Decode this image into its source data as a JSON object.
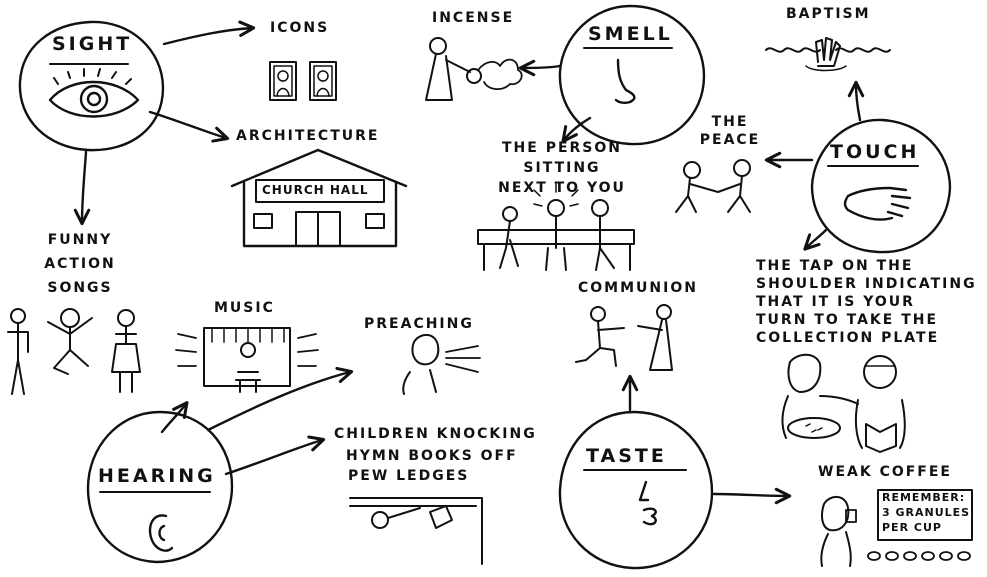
{
  "hubs": {
    "sight": "SIGHT",
    "smell": "SMELL",
    "touch": "TOUCH",
    "hearing": "HEARING",
    "taste": "TASTE"
  },
  "items": {
    "icons": "ICONS",
    "architecture": "ARCHITECTURE",
    "church_sign": "CHURCH HALL",
    "funny_action_songs": [
      "FUNNY",
      "ACTION",
      "SONGS"
    ],
    "incense": "INCENSE",
    "person_next_to_you": [
      "THE PERSON",
      "SITTING",
      "NEXT TO YOU"
    ],
    "baptism": "BAPTISM",
    "the_peace": [
      "THE",
      "PEACE"
    ],
    "tap_on_shoulder": [
      "THE TAP ON THE",
      "SHOULDER INDICATING",
      "THAT IT IS YOUR",
      "TURN TO TAKE THE",
      "COLLECTION PLATE"
    ],
    "music": "MUSIC",
    "preaching": "PREACHING",
    "communion": "COMMUNION",
    "children_knocking": [
      "CHILDREN KNOCKING",
      "HYMN BOOKS OFF",
      "PEW LEDGES"
    ],
    "weak_coffee": "WEAK COFFEE",
    "coffee_sign": [
      "REMEMBER:",
      "3 GRANULES",
      "PER CUP"
    ]
  },
  "colors": {
    "ink": "#111111",
    "paper": "#ffffff"
  }
}
